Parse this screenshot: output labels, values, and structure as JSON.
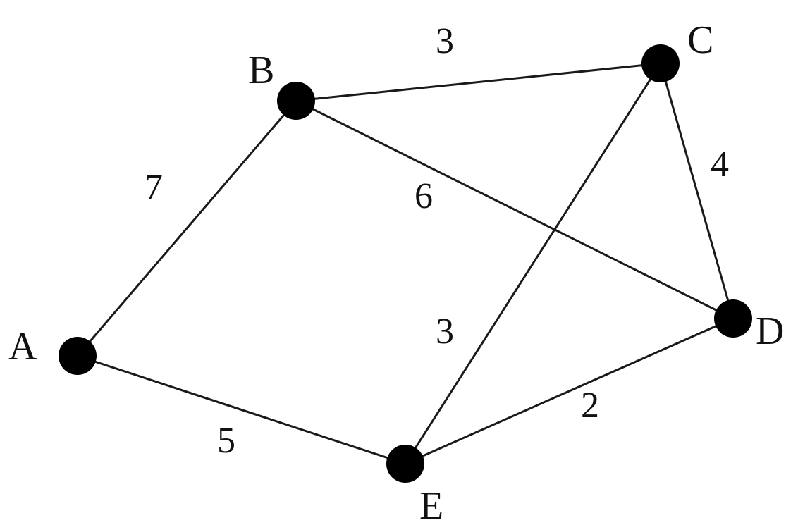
{
  "graph": {
    "nodes": [
      {
        "id": "A",
        "label": "A"
      },
      {
        "id": "B",
        "label": "B"
      },
      {
        "id": "C",
        "label": "C"
      },
      {
        "id": "D",
        "label": "D"
      },
      {
        "id": "E",
        "label": "E"
      }
    ],
    "edges": [
      {
        "from": "A",
        "to": "B",
        "weight": "7"
      },
      {
        "from": "B",
        "to": "C",
        "weight": "3"
      },
      {
        "from": "B",
        "to": "D",
        "weight": "6"
      },
      {
        "from": "C",
        "to": "D",
        "weight": "4"
      },
      {
        "from": "C",
        "to": "E",
        "weight": "3"
      },
      {
        "from": "D",
        "to": "E",
        "weight": "2"
      },
      {
        "from": "A",
        "to": "E",
        "weight": "5"
      }
    ],
    "colors": {
      "node": "#000000",
      "edge": "#1a1a1a",
      "text": "#111111"
    }
  }
}
